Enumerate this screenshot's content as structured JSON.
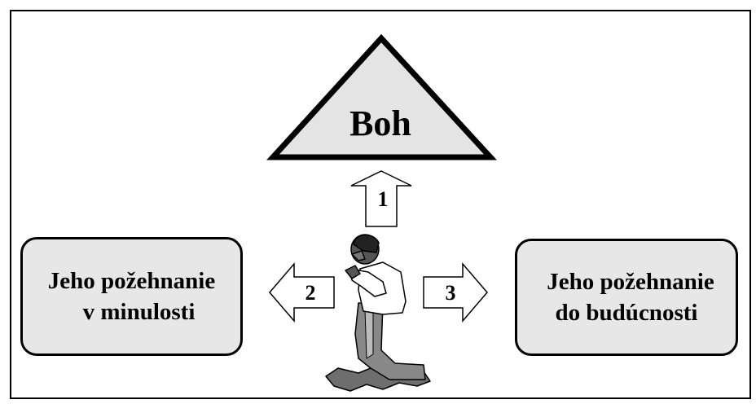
{
  "god": {
    "label": "Boh"
  },
  "past_box": {
    "line1": "Jeho požehnanie",
    "line2": "v minulosti"
  },
  "future_box": {
    "line1": "Jeho požehnanie",
    "line2": "do budúcnosti"
  },
  "arrows": {
    "up": "1",
    "left": "2",
    "right": "3"
  }
}
